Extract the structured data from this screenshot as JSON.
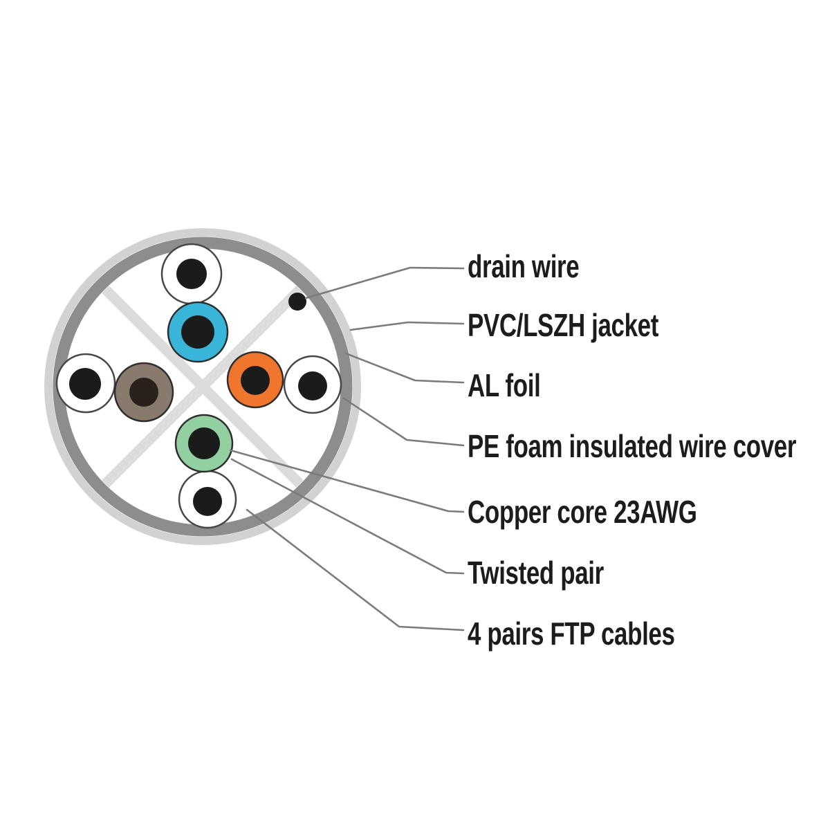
{
  "diagram": {
    "type": "cable-cross-section",
    "subject": "4 pairs FTP cable",
    "labels": [
      {
        "id": "drain-wire",
        "text": "drain wire"
      },
      {
        "id": "pvc-jacket",
        "text": "PVC/LSZH jacket"
      },
      {
        "id": "al-foil",
        "text": "AL foil"
      },
      {
        "id": "pe-foam",
        "text": "PE foam insulated wire cover"
      },
      {
        "id": "copper-core",
        "text": "Copper core 23AWG"
      },
      {
        "id": "twisted-pair",
        "text": "Twisted pair"
      },
      {
        "id": "ftp-cables",
        "text": "4 pairs FTP cables"
      }
    ],
    "colors": {
      "background": "#ffffff",
      "pvc_jacket": "#d2d2d2",
      "al_foil": "#8d8d8d",
      "cross_divider": "#dcdcdc",
      "inner_fill": "#ffffff",
      "wire_white": "#ffffff",
      "wire_blue": "#38b5d9",
      "wire_orange": "#f0762e",
      "wire_green": "#93d0a1",
      "wire_brown": "#897a6e",
      "copper_core": "#1b1b1b",
      "brown_core": "#2b211c",
      "drain_dot": "#1b1b1b",
      "leader_line": "#7b7b7b",
      "label_text": "#1c1c1c"
    },
    "structure": {
      "pairs_count": 4,
      "wires": [
        {
          "name": "pair-1 insulated wire",
          "insulation": "blue",
          "core": "copper"
        },
        {
          "name": "pair-1 white wire",
          "insulation": "white",
          "core": "copper"
        },
        {
          "name": "pair-2 insulated wire",
          "insulation": "orange",
          "core": "copper"
        },
        {
          "name": "pair-2 white wire",
          "insulation": "white",
          "core": "copper"
        },
        {
          "name": "pair-3 insulated wire",
          "insulation": "green",
          "core": "copper"
        },
        {
          "name": "pair-3 white wire",
          "insulation": "white",
          "core": "copper"
        },
        {
          "name": "pair-4 insulated wire",
          "insulation": "brown",
          "core": "copper"
        },
        {
          "name": "pair-4 white wire",
          "insulation": "white",
          "core": "copper"
        },
        {
          "name": "drain wire",
          "insulation": "none",
          "core": "copper"
        }
      ]
    }
  }
}
